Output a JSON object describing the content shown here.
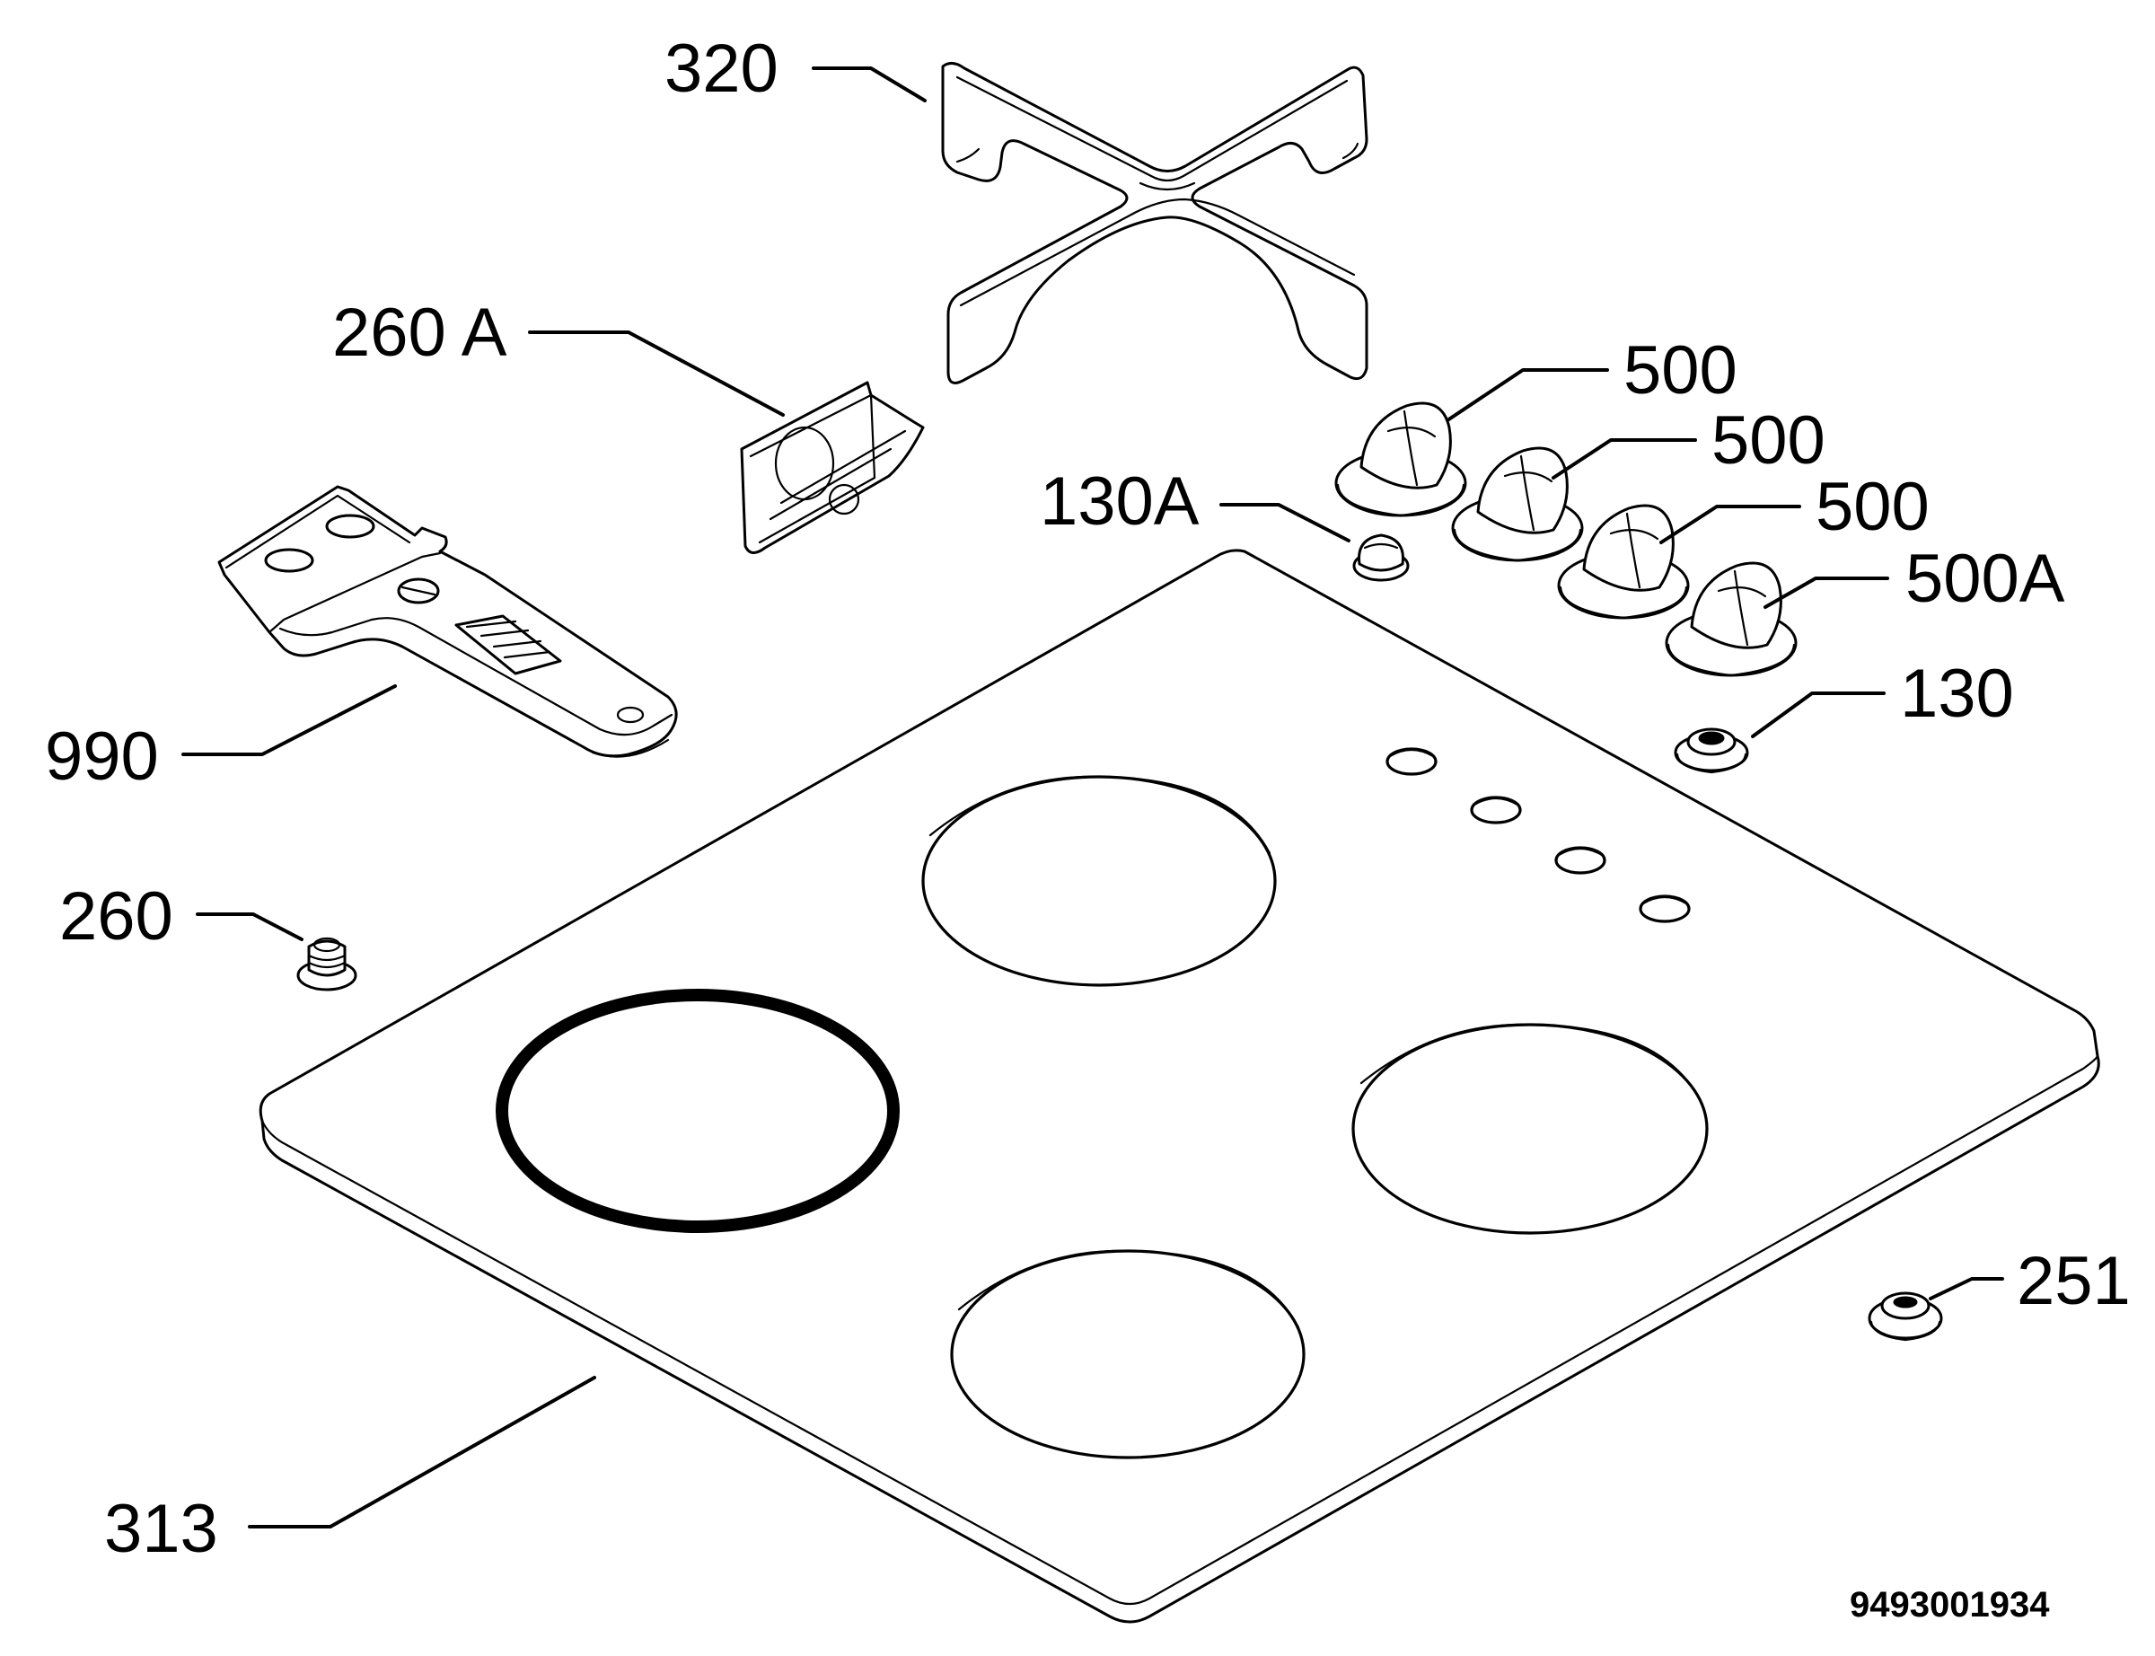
{
  "diagram": {
    "callouts": {
      "grate": "320",
      "bracket_260a": "260 A",
      "knob_1": "500",
      "knob_2": "500",
      "knob_3": "500",
      "knob_4": "500A",
      "bush_130a": "130A",
      "bush_130": "130",
      "ignition_plate": "990",
      "bush_260": "260",
      "hob_top": "313",
      "bush_251": "251"
    },
    "document_number": "9493001934"
  }
}
